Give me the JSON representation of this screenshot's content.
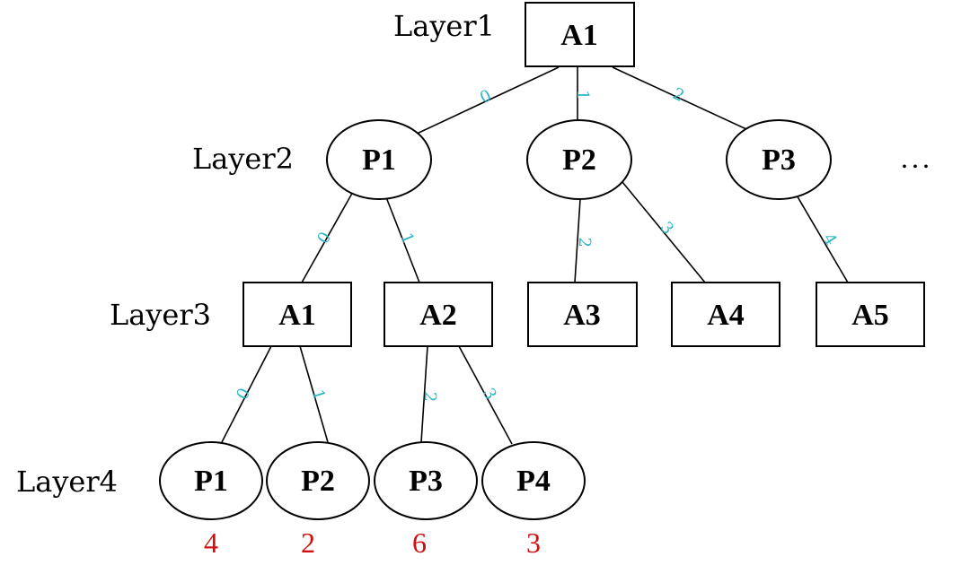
{
  "layers": [
    "Layer1",
    "Layer2",
    "Layer3",
    "Layer4"
  ],
  "nodes": {
    "l1_a1": "A1",
    "l2_p1": "P1",
    "l2_p2": "P2",
    "l2_p3": "P3",
    "l3_a1": "A1",
    "l3_a2": "A2",
    "l3_a3": "A3",
    "l3_a4": "A4",
    "l3_a5": "A5",
    "l4_p1": "P1",
    "l4_p2": "P2",
    "l4_p3": "P3",
    "l4_p4": "P4"
  },
  "edge_labels": {
    "l1_to_p1": "0",
    "l1_to_p2": "1",
    "l1_to_p3": "2",
    "p1_to_a1": "0",
    "p1_to_a2": "1",
    "p2_to_a3": "2",
    "p2_to_a4": "3",
    "p3_to_a5": "4",
    "a1_to_p1": "0",
    "a1_to_p2": "1",
    "a2_to_p3": "2",
    "a2_to_p4": "3"
  },
  "scores": [
    "4",
    "2",
    "6",
    "3"
  ],
  "ellipsis": "...",
  "colors": {
    "edge_label": "#2bb5c8",
    "score": "#d01010"
  }
}
